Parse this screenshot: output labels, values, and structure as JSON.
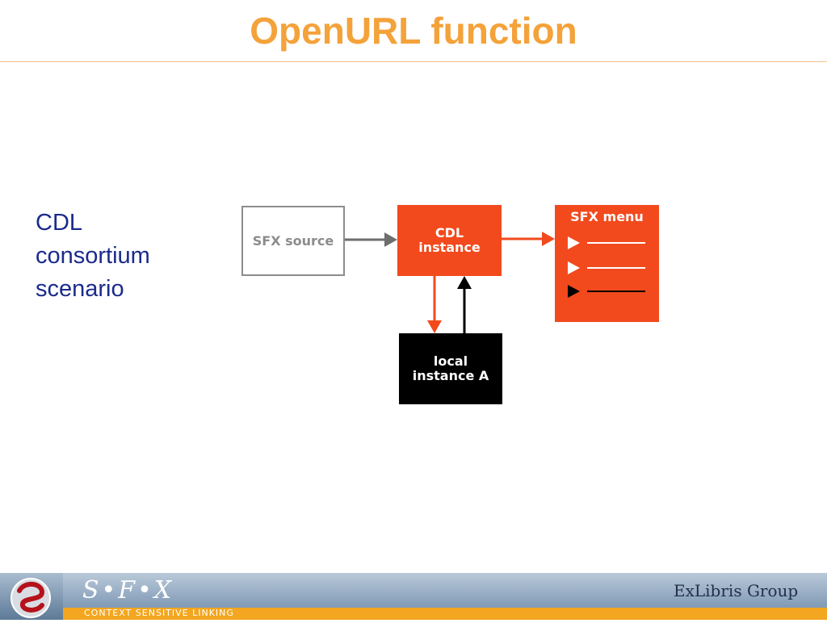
{
  "slide": {
    "title": "OpenURL function",
    "side_lines": [
      "CDL",
      "consortium",
      "scenario"
    ]
  },
  "diagram": {
    "source_label": "SFX source",
    "cdl_line1": "CDL",
    "cdl_line2": "instance",
    "local_line1": "local",
    "local_line2": "instance A",
    "menu_title": "SFX menu"
  },
  "footer": {
    "brand": "S•F•X",
    "tagline": "CONTEXT  SENSITIVE  LINKING",
    "company": "ExLibris Group"
  },
  "colors": {
    "title_orange": "#f4a23a",
    "accent_red": "#f24a1d",
    "text_navy": "#1b2a8c"
  }
}
